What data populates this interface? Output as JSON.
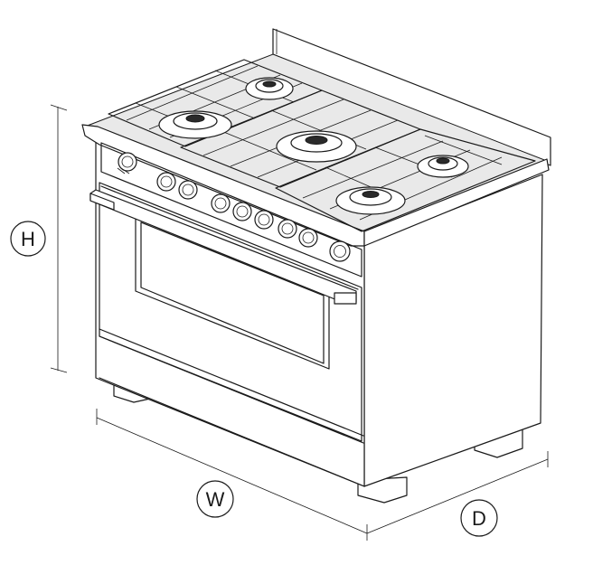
{
  "dimension_labels": {
    "height": "H",
    "width": "W",
    "depth": "D"
  }
}
